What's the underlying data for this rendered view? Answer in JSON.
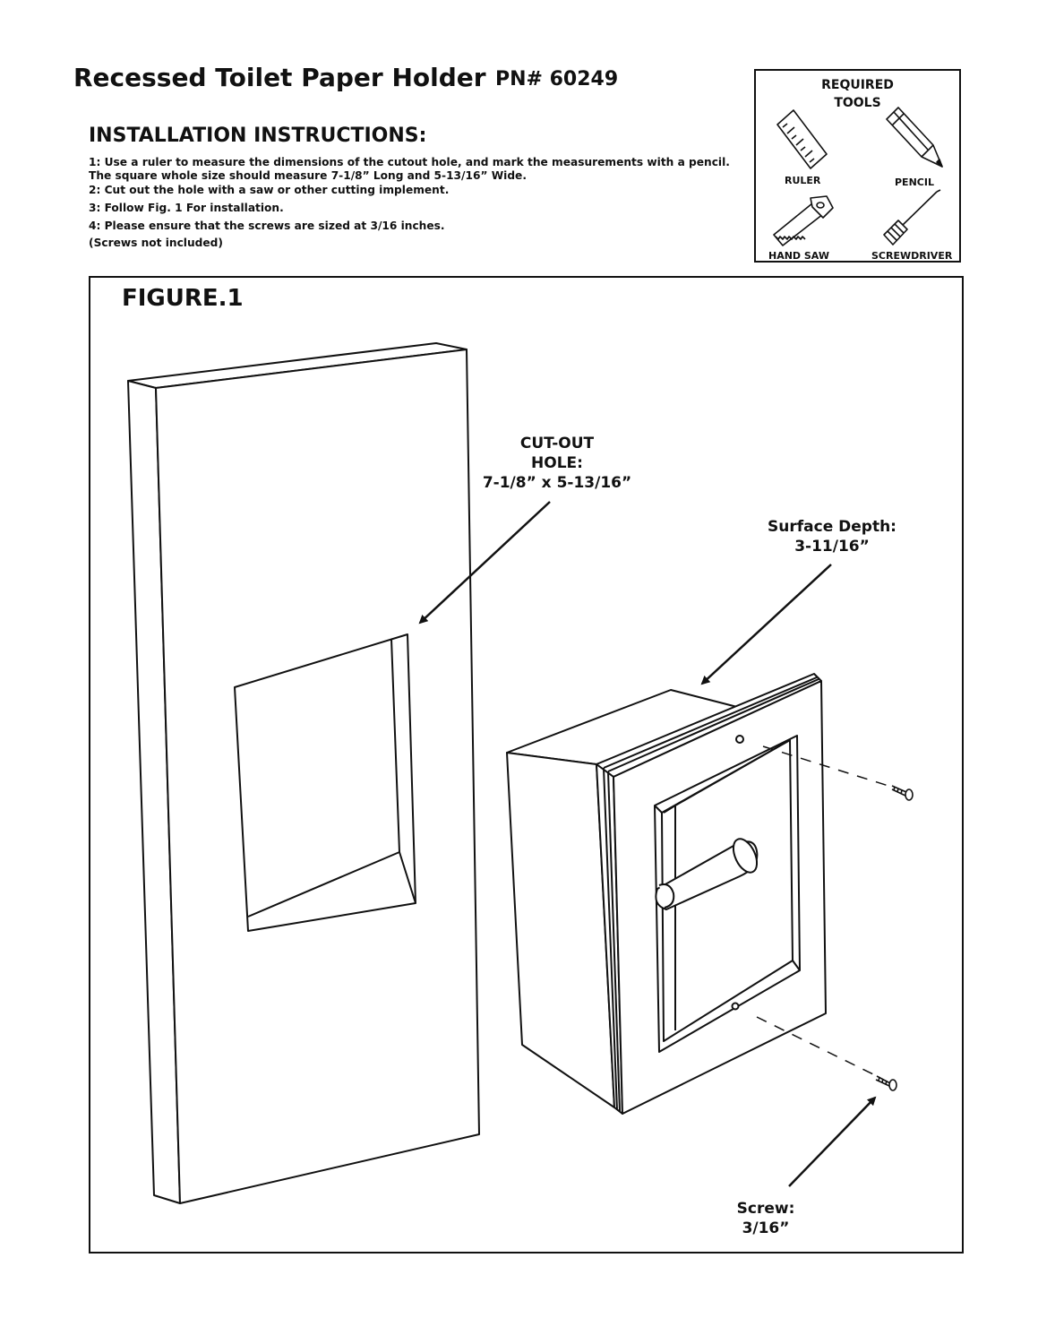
{
  "header": {
    "title": "Recessed Toilet Paper Holder",
    "part_number": "PN# 60249"
  },
  "instructions": {
    "heading": "INSTALLATION INSTRUCTIONS:",
    "steps": [
      "1: Use a ruler to measure the dimensions of the cutout hole, and mark the measurements with a pencil.",
      "The square whole size should measure 7-1/8” Long and 5-13/16” Wide.",
      "2: Cut out the hole with a saw or other cutting implement.",
      "3: Follow Fig. 1 For installation.",
      "4: Please ensure that the screws are sized at 3/16 inches.",
      "(Screws not included)"
    ]
  },
  "tools": {
    "title_line1": "REQUIRED",
    "title_line2": "TOOLS",
    "items": [
      {
        "label": "RULER",
        "icon": "ruler-icon"
      },
      {
        "label": "PENCIL",
        "icon": "pencil-icon"
      },
      {
        "label": "HAND SAW",
        "icon": "hand-saw-icon"
      },
      {
        "label": "SCREWDRIVER",
        "icon": "screwdriver-icon"
      }
    ]
  },
  "figure": {
    "label": "FIGURE.1",
    "callouts": {
      "cutout_line1": "CUT-OUT",
      "cutout_line2": "HOLE:",
      "cutout_line3": "7-1/8” x 5-13/16”",
      "depth_line1": "Surface Depth:",
      "depth_line2": "3-11/16”",
      "screw_line1": "Screw:",
      "screw_line2": "3/16”"
    }
  }
}
